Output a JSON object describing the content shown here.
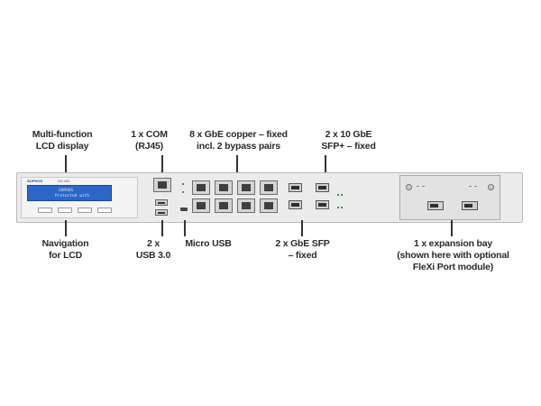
{
  "device": {
    "brand": "SOPHOS",
    "model": "XG 450",
    "lcd_line1": "SOPHOS",
    "lcd_line2": "Protected with"
  },
  "labels": {
    "lcd": [
      "Multi-function",
      "LCD display"
    ],
    "com": [
      "1 x COM",
      "(RJ45)"
    ],
    "copper": [
      "8 x GbE copper – fixed",
      "incl. 2 bypass pairs"
    ],
    "sfp_plus": [
      "2 x 10 GbE",
      "SFP+ – fixed"
    ],
    "nav": [
      "Navigation",
      "for LCD"
    ],
    "usb": [
      "2 x",
      "USB 3.0"
    ],
    "micro_usb": [
      "Micro USB"
    ],
    "gbe_sfp": [
      "2 x GbE SFP",
      "– fixed"
    ],
    "bay": [
      "1 x expansion bay",
      "(shown here with optional",
      "FleXi Port module)"
    ]
  }
}
